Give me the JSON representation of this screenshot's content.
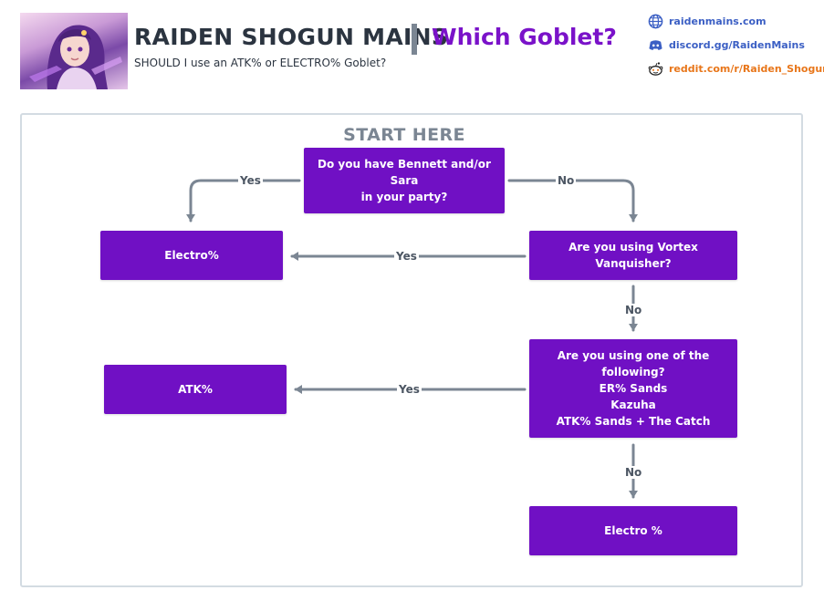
{
  "header": {
    "title": "RAIDEN SHOGUN MAINS",
    "question": "Which Goblet?",
    "subtitle": "SHOULD I use an ATK% or ELECTRO% Goblet?"
  },
  "links": [
    {
      "icon": "globe-icon",
      "text": "raidenmains.com"
    },
    {
      "icon": "discord-icon",
      "text": "discord.gg/RaidenMains"
    },
    {
      "icon": "reddit-icon",
      "text": "reddit.com/r/Raiden_Shogun"
    }
  ],
  "flowchart": {
    "start_label": "START HERE",
    "nodes": {
      "q_bennett_sara": [
        "Do you have Bennett and/or Sara",
        "in your party?"
      ],
      "q_vortex": [
        "Are you using Vortex Vanquisher?"
      ],
      "q_following": [
        "Are you using one of the following?",
        "ER% Sands",
        "Kazuha",
        "ATK% Sands + The Catch"
      ],
      "r_electro_1": [
        "Electro%"
      ],
      "r_atk": [
        "ATK%"
      ],
      "r_electro_2": [
        "Electro %"
      ]
    },
    "edges": {
      "yes": "Yes",
      "no": "No"
    }
  },
  "colors": {
    "node_fill": "#7010c4",
    "accent": "#7a12c9",
    "connector": "#7b8693"
  }
}
